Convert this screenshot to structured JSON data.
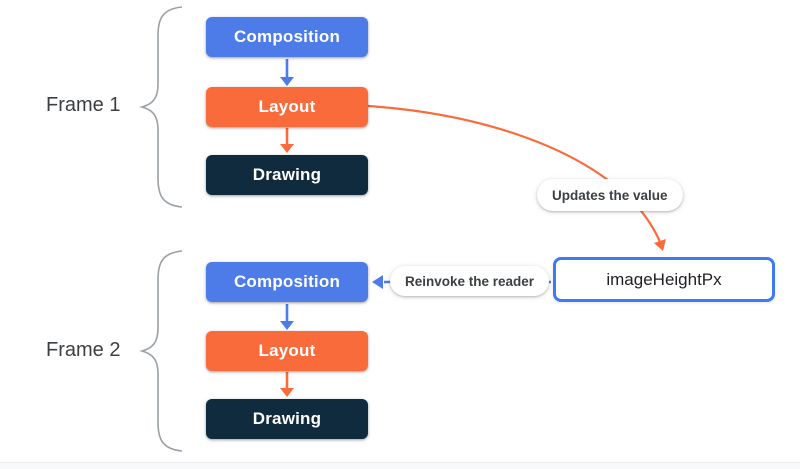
{
  "diagram": {
    "frames": [
      {
        "label": "Frame 1",
        "phases": [
          "Composition",
          "Layout",
          "Drawing"
        ]
      },
      {
        "label": "Frame 2",
        "phases": [
          "Composition",
          "Layout",
          "Drawing"
        ]
      }
    ],
    "value_box_label": "imageHeightPx",
    "callouts": {
      "updates": "Updates the value",
      "reinvoke": "Reinvoke the reader"
    },
    "edges": [
      {
        "from": "frame1-composition",
        "to": "frame1-layout",
        "color": "blue"
      },
      {
        "from": "frame1-layout",
        "to": "frame1-drawing",
        "color": "orange"
      },
      {
        "from": "frame1-layout",
        "to": "imageHeightPx",
        "color": "orange",
        "label": "Updates the value"
      },
      {
        "from": "imageHeightPx",
        "to": "frame2-composition",
        "color": "blue",
        "label": "Reinvoke the reader"
      },
      {
        "from": "frame2-composition",
        "to": "frame2-layout",
        "color": "blue"
      },
      {
        "from": "frame2-layout",
        "to": "frame2-drawing",
        "color": "orange"
      }
    ],
    "colors": {
      "composition_fill": "#4D7CE8",
      "layout_fill": "#FA6B3C",
      "drawing_fill": "#0F2B3D",
      "value_box_border": "#3D7BF0",
      "arrow_blue": "#4D7CE8",
      "arrow_orange": "#FA6B3C",
      "brace": "#9AA0A6",
      "label_text": "#3C4043"
    }
  }
}
